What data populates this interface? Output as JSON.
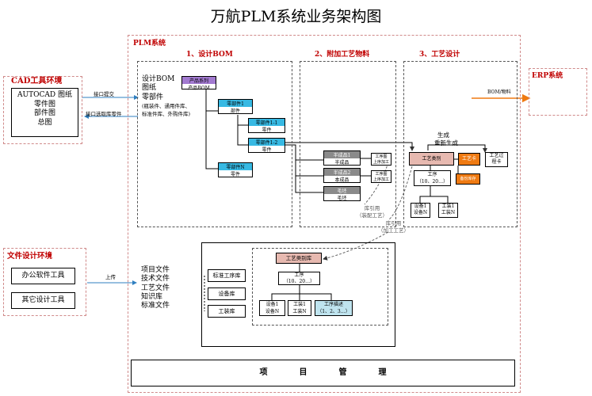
{
  "title": "万航PLM系统业务架构图",
  "plm": {
    "label": "PLM系统",
    "section1": "1、设计BOM",
    "section2": "2、附加工艺物料",
    "section3": "3、工艺设计",
    "design_items": [
      "设计BOM",
      "图纸",
      "零部件",
      "(瓶装件、通用件库、",
      "标准件库、外购件库)"
    ],
    "product_node": {
      "header": "产品系列",
      "body": "产品BOM"
    },
    "part1": {
      "header": "零部件1",
      "body": "部件"
    },
    "part11": {
      "header": "零部件1-1",
      "body": "零件"
    },
    "part12": {
      "header": "零部件1-2",
      "body": "零件"
    },
    "partN": {
      "header": "零部件N",
      "body": "零件"
    },
    "semi1": {
      "header": "半成品1",
      "body": "半成品"
    },
    "semi2": {
      "header": "半成品2",
      "body": "本成品"
    },
    "blank": {
      "header": "毛坯",
      "body": "毛坯"
    },
    "proc_small1": {
      "top": "工序图",
      "bottom": "上序加工"
    },
    "proc_small2": {
      "top": "工序图",
      "bottom": "上序加工"
    },
    "gen_label": "生成",
    "mod_label": "重新生成",
    "craft_type": "工艺类别",
    "craft_card": "工艺卡",
    "craft_route": {
      "line1": "工艺过",
      "line2": "程卡"
    },
    "process": {
      "line1": "工序",
      "line2": "（10、20…）"
    },
    "reserve": "备份库存",
    "equip": {
      "line1": "设备1",
      "line2": "设备N"
    },
    "tools": {
      "line1": "工装1",
      "line2": "工装N"
    },
    "ref1": {
      "line1": "库引用",
      "line2": "（装配工艺）"
    },
    "ref2": {
      "line1": "库引用",
      "line2": "（加工工艺）"
    },
    "bom_label": "BOM/物料"
  },
  "cad": {
    "label": "CAD工具环境",
    "items": [
      "AUTOCAD 图纸",
      "零件图",
      "部件图",
      "总图"
    ],
    "arrow_submit": "接口提交",
    "arrow_pick": "接口选取库零件"
  },
  "erp": {
    "label": "ERP系统"
  },
  "file": {
    "label": "文件设计环境",
    "office": "办公软件工具",
    "other": "其它设计工具",
    "upload": "上传"
  },
  "lib": {
    "list": [
      "项目文件",
      "技术文件",
      "工艺文件",
      "知识库",
      "标准文件"
    ],
    "std_proc": "标准工序库",
    "equip_lib": "设备库",
    "tools_lib": "工装库",
    "craft_type": "工艺类别库",
    "process": {
      "line1": "工序",
      "line2": "（10、20…）"
    },
    "equip": {
      "line1": "设备1",
      "line2": "设备N"
    },
    "tools": {
      "line1": "工装1",
      "line2": "工装N"
    },
    "step": {
      "line1": "工序描述",
      "line2": "（1、2、3…）"
    }
  },
  "pm": "项　　　　目　　　　管　　　　理",
  "colors": {
    "red": "#c00000",
    "purple": "#a27ad0",
    "cyan": "#37b9e3",
    "orange": "#ef7a12",
    "pink": "#e7b9b0"
  }
}
